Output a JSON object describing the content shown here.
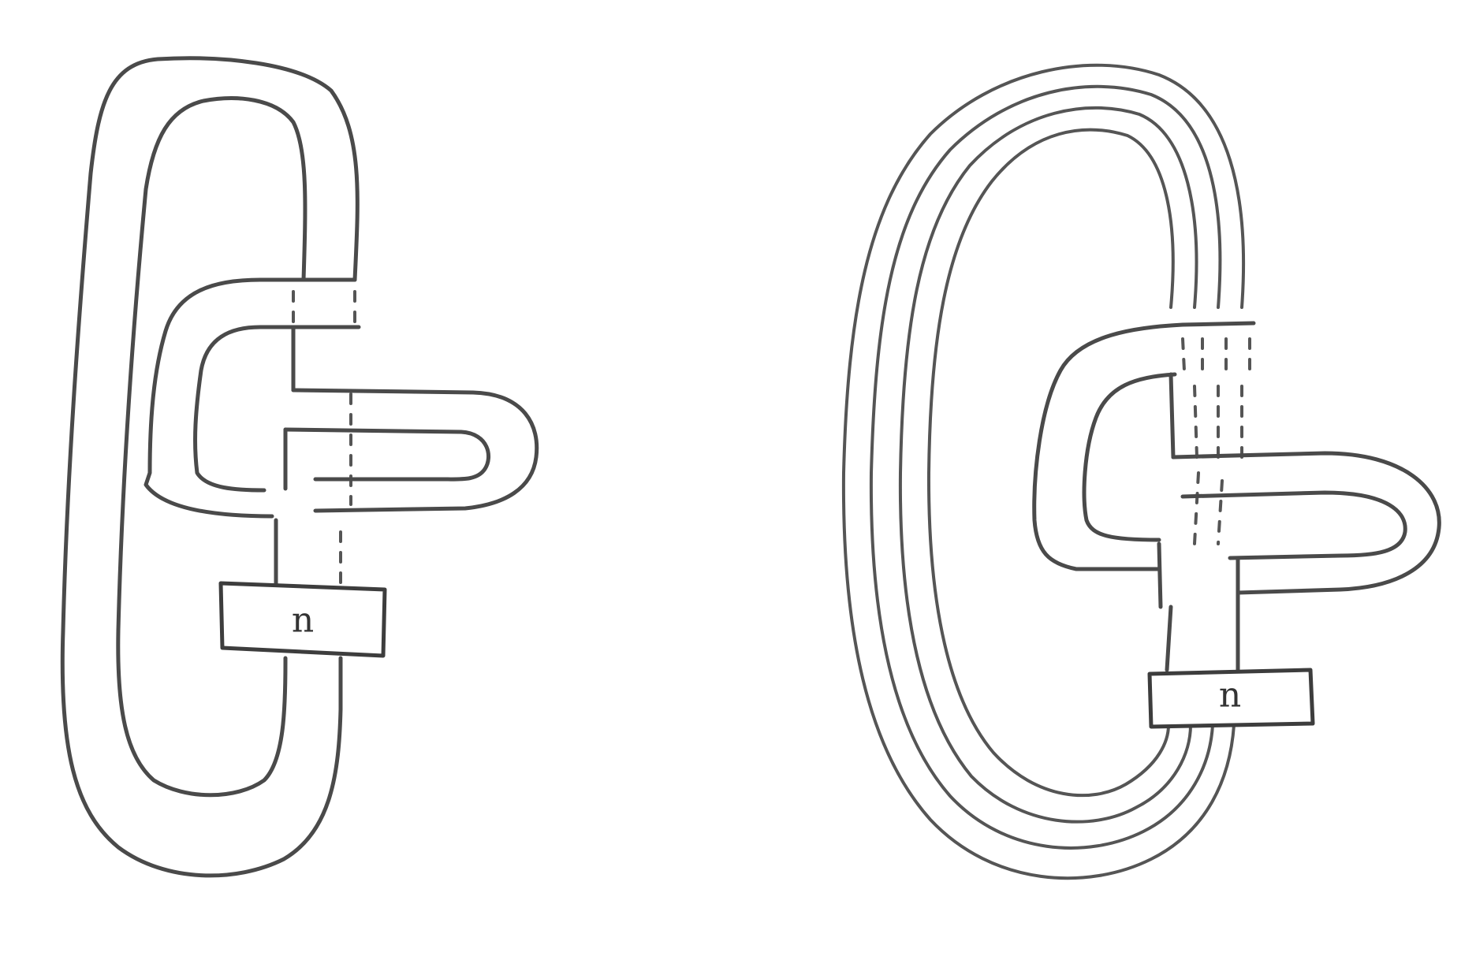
{
  "figures": [
    {
      "id": "left",
      "box_label": "n"
    },
    {
      "id": "right",
      "box_label": "n"
    }
  ],
  "colors": {
    "stroke": "#4a4a4a",
    "background": "#ffffff"
  }
}
